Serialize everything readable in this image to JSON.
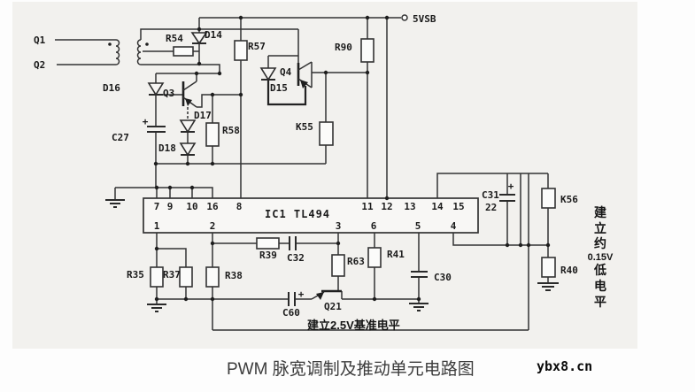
{
  "power": {
    "label": "5VSB"
  },
  "inputs": {
    "q1": "Q1",
    "q2": "Q2"
  },
  "ic": {
    "name": "IC1 TL494",
    "top_pins": [
      "7",
      "9",
      "10",
      "16",
      "8",
      "11",
      "12",
      "13",
      "14",
      "15"
    ],
    "bottom_pins": [
      "1",
      "2",
      "3",
      "6",
      "5",
      "4"
    ]
  },
  "labels": {
    "r54": "R54",
    "d14": "D14",
    "r57": "R57",
    "r90": "R90",
    "q4": "Q4",
    "d15": "D15",
    "d16": "D16",
    "q3": "Q3",
    "d17": "D17",
    "c27": "C27",
    "d18": "D18",
    "r58": "R58",
    "k55": "K55",
    "c31": "C31",
    "c31_value": "22",
    "k56": "K56",
    "r40": "R40",
    "r35": "R35",
    "r37": "R37",
    "r38": "R38",
    "r39": "R39",
    "c32": "C32",
    "r63": "R63",
    "r41": "R41",
    "c30": "C30",
    "c60": "C60",
    "q21": "Q21",
    "plus": "+"
  },
  "annotations": {
    "ref_level": "建立2.5V基准电平",
    "low_level": [
      "建",
      "立",
      "约",
      "0.15V",
      "低",
      "电",
      "平"
    ]
  },
  "caption": "PWM 脉宽调制及推动单元电路图",
  "watermark": "ybx8.cn"
}
